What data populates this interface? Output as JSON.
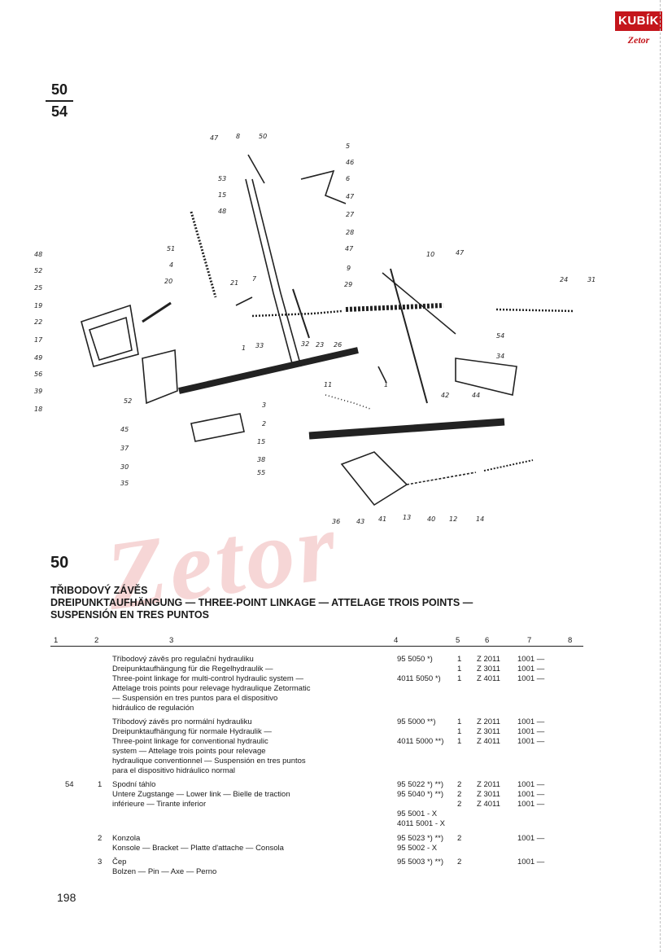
{
  "logo": {
    "brand": "KUBÍK",
    "sub": "Zetor"
  },
  "page_fraction": {
    "top": "50",
    "bottom": "54"
  },
  "watermark": "Zetor",
  "callouts": [
    "47",
    "8",
    "50",
    "5",
    "46",
    "6",
    "53",
    "15",
    "47",
    "48",
    "27",
    "28",
    "51",
    "4",
    "47",
    "10",
    "47",
    "9",
    "48",
    "52",
    "25",
    "19",
    "22",
    "17",
    "49",
    "56",
    "39",
    "18",
    "20",
    "21",
    "7",
    "29",
    "24",
    "31",
    "33",
    "32",
    "23",
    "26",
    "54",
    "1",
    "34",
    "11",
    "3",
    "2",
    "42",
    "44",
    "45",
    "37",
    "30",
    "35",
    "15",
    "38",
    "55",
    "1",
    "36",
    "43",
    "41",
    "13",
    "40",
    "12",
    "14",
    "52"
  ],
  "group_number": "50",
  "title": {
    "line1": "TŘIBODOVÝ ZÁVĚS",
    "line2": "DREIPUNKTAUFHÄNGUNG — THREE-POINT LINKAGE — ATTELAGE TROIS POINTS —",
    "line3": "SUSPENSIÓN EN TRES PUNTOS"
  },
  "columns": [
    "1",
    "2",
    "3",
    "4",
    "5",
    "6",
    "7",
    "8"
  ],
  "rows": [
    {
      "c1": "",
      "c2": "",
      "desc": "Tříbodový závěs pro regulační hydrauliku",
      "num": "95 5050 *)",
      "qty": "1",
      "c6": "Z 2011",
      "c7": "1001 —"
    },
    {
      "c1": "",
      "c2": "",
      "desc": "Dreipunktaufhängung für die Regelhydraulik —",
      "num": "",
      "qty": "1",
      "c6": "Z 3011",
      "c7": "1001 —"
    },
    {
      "c1": "",
      "c2": "",
      "desc": "Three-point linkage for multi-control hydraulic system —",
      "num": "4011 5050 *)",
      "qty": "1",
      "c6": "Z 4011",
      "c7": "1001 —"
    },
    {
      "c1": "",
      "c2": "",
      "desc": "Attelage trois points pour relevage hydraulique Zetormatic",
      "num": "",
      "qty": "",
      "c6": "",
      "c7": ""
    },
    {
      "c1": "",
      "c2": "",
      "desc": "— Suspensión en tres puntos para el dispositivo",
      "num": "",
      "qty": "",
      "c6": "",
      "c7": ""
    },
    {
      "c1": "",
      "c2": "",
      "desc": "hidráulico de regulación",
      "num": "",
      "qty": "",
      "c6": "",
      "c7": ""
    },
    {
      "c1": "",
      "c2": "",
      "desc": "Tříbodový závěs pro normální hydrauliku",
      "num": "95 5000 **)",
      "qty": "1",
      "c6": "Z 2011",
      "c7": "1001 —"
    },
    {
      "c1": "",
      "c2": "",
      "desc": "Dreipunktaufhängung für normale Hydraulik —",
      "num": "",
      "qty": "1",
      "c6": "Z 3011",
      "c7": "1001 —"
    },
    {
      "c1": "",
      "c2": "",
      "desc": "Three-point linkage for conventional hydraulic",
      "num": "4011 5000 **)",
      "qty": "1",
      "c6": "Z 4011",
      "c7": "1001 —"
    },
    {
      "c1": "",
      "c2": "",
      "desc": "system — Attelage trois points pour relevage",
      "num": "",
      "qty": "",
      "c6": "",
      "c7": ""
    },
    {
      "c1": "",
      "c2": "",
      "desc": "hydraulique conventionnel — Suspensión en tres puntos",
      "num": "",
      "qty": "",
      "c6": "",
      "c7": ""
    },
    {
      "c1": "",
      "c2": "",
      "desc": "para el dispositivo hidráulico normal",
      "num": "",
      "qty": "",
      "c6": "",
      "c7": ""
    },
    {
      "c1": "54",
      "c2": "1",
      "desc": "Spodní táhlo",
      "num": "95 5022 *) **)",
      "qty": "2",
      "c6": "Z 2011",
      "c7": "1001 —"
    },
    {
      "c1": "",
      "c2": "",
      "desc": "Untere Zugstange — Lower link — Bielle de traction",
      "num": "95 5040 *) **)",
      "qty": "2",
      "c6": "Z 3011",
      "c7": "1001 —"
    },
    {
      "c1": "",
      "c2": "",
      "desc": "inférieure — Tirante inferior",
      "num": "",
      "qty": "2",
      "c6": "Z 4011",
      "c7": "1001 —"
    },
    {
      "c1": "",
      "c2": "",
      "desc": "",
      "num": "95 5001 - X",
      "qty": "",
      "c6": "",
      "c7": ""
    },
    {
      "c1": "",
      "c2": "",
      "desc": "",
      "num": "4011 5001 - X",
      "qty": "",
      "c6": "",
      "c7": ""
    },
    {
      "c1": "",
      "c2": "2",
      "desc": "Konzola",
      "num": "95 5023 *) **)",
      "qty": "2",
      "c6": "",
      "c7": "1001 —"
    },
    {
      "c1": "",
      "c2": "",
      "desc": "Konsole — Bracket — Platte d'attache — Consola",
      "num": "95 5002 - X",
      "qty": "",
      "c6": "",
      "c7": ""
    },
    {
      "c1": "",
      "c2": "3",
      "desc": "Čep",
      "num": "95 5003 *) **)",
      "qty": "2",
      "c6": "",
      "c7": "1001 —"
    },
    {
      "c1": "",
      "c2": "",
      "desc": "Bolzen — Pin — Axe — Perno",
      "num": "",
      "qty": "",
      "c6": "",
      "c7": ""
    }
  ],
  "page_number": "198"
}
